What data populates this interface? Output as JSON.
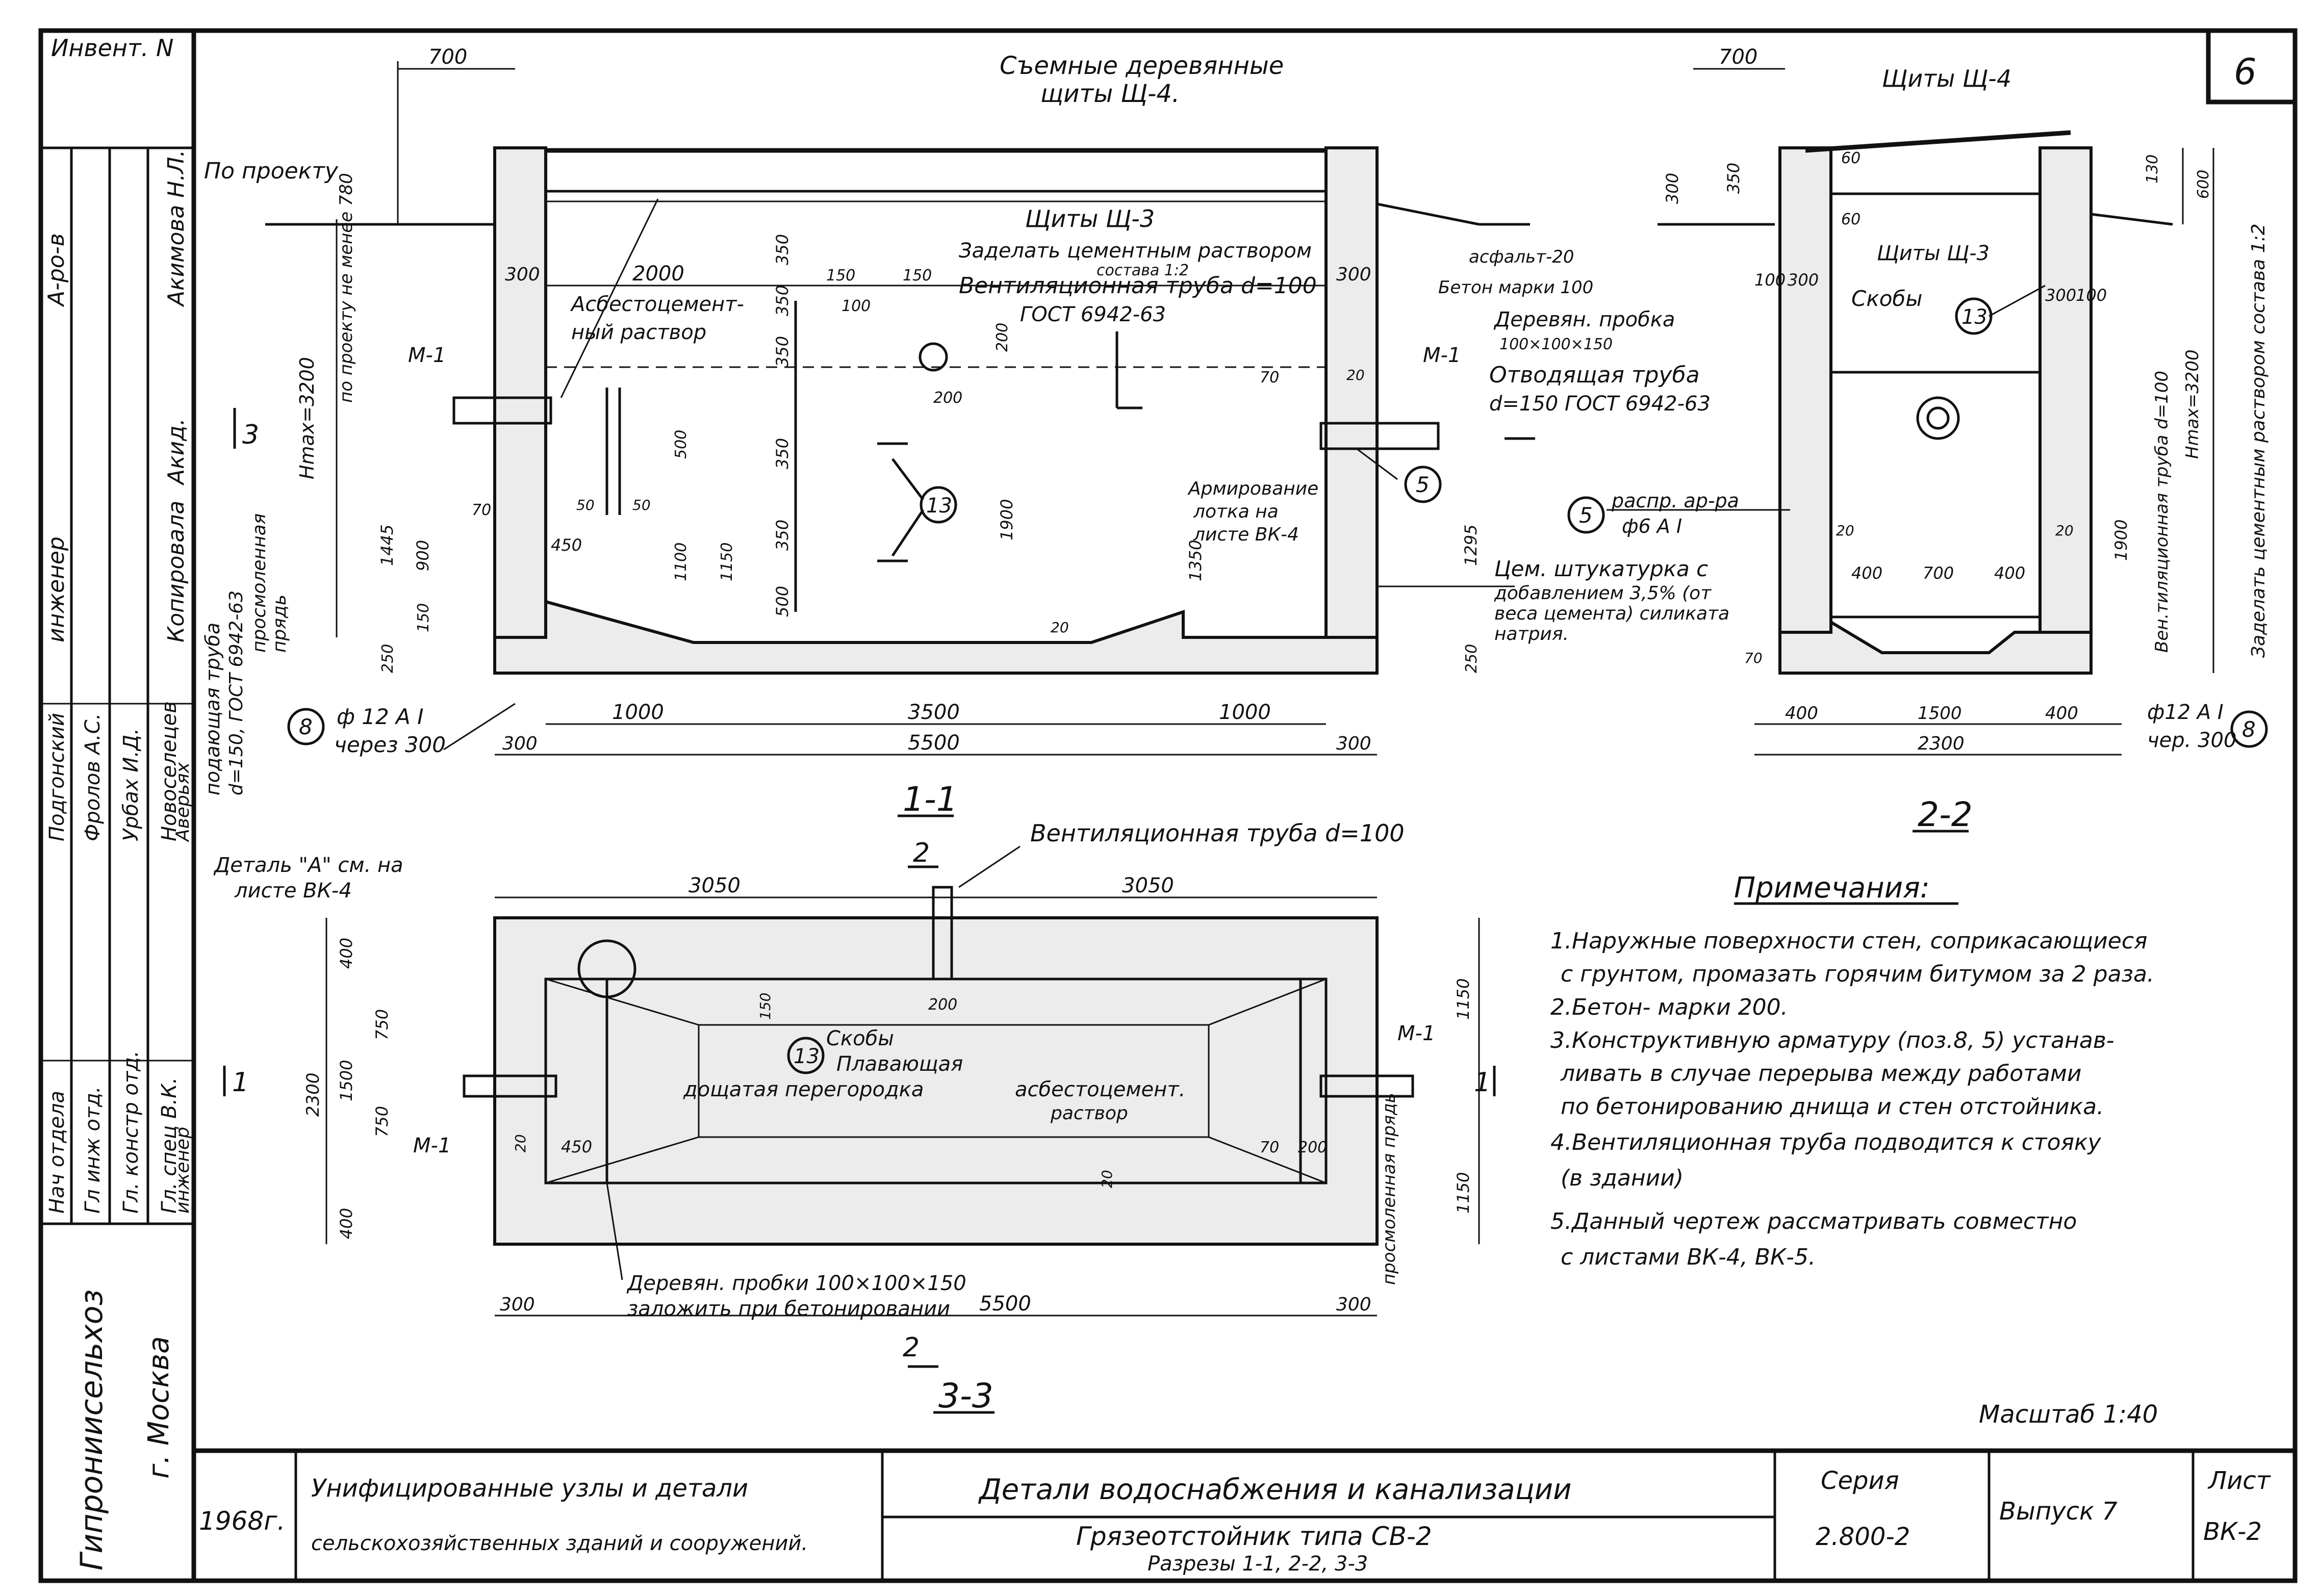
{
  "sheet_number": "6",
  "left_strip": {
    "inv": "Инвент. N",
    "signatures": [
      "А-ро-в",
      "Акимова Н.Л.",
      "Акид.",
      "Копировала"
    ],
    "roles": [
      "инженер",
      "Нач отдела",
      "Гл инж отд.",
      "Гл. констр отд.",
      "Гл. спец В.К.",
      "инженер"
    ],
    "names": [
      "Подгонский",
      "Фролов А.С.",
      "Урбах И.Д.",
      "Новоселецев",
      "Аверьях"
    ],
    "org": "Гипрониисельхоз",
    "city": "г. Москва"
  },
  "section_1_1": {
    "title": "1-1",
    "labels": {
      "removable_shields": "Съемные деревянные",
      "removable_shields_2": "щиты Щ-4.",
      "shield_sch3": "Щиты Щ-3",
      "by_project": "По проекту",
      "by_project_depth": "по проекту не менее 780",
      "seal": "Заделать цементным раствором",
      "seal_2": "состава 1:2",
      "vent_pipe": "Вентиляционная труба d=100",
      "vent_gost": "ГОСТ 6942-63",
      "asbestos_1": "Асбестоцемент-",
      "asbestos_2": "ный раствор",
      "m1_left": "М-1",
      "m1_right": "М-1",
      "wood_plug": "Деревян. пробка",
      "wood_plug_size": "100×100×150",
      "outlet_pipe": "Отводящая труба",
      "outlet_gost": "d=150 ГОСТ 6942-63",
      "asphalt": "асфальт-20",
      "concrete": "Бетон марки 100",
      "reinforcing": "Армирование",
      "reinforcing_2": "лотка на",
      "reinforcing_3": "листе ВК-4",
      "plaster_1": "Цем. штукатурка с",
      "plaster_2": "добавлением 3,5% (от",
      "plaster_3": "веса цемента) силиката",
      "plaster_4": "натрия.",
      "inlet_1": "подающая труба",
      "inlet_2": "d=150, ГОСТ 6942-63",
      "inlet_3": "просмоленная",
      "inlet_4": "прядь",
      "hmax": "Нmax=3200",
      "rebar": "ф 12 А I",
      "rebar_step": "через 300",
      "marker_8": "8",
      "marker_5": "5",
      "marker_13": "13",
      "cut_3": "3"
    },
    "dims": {
      "top_700": "700",
      "d2000": "2000",
      "d300a": "300",
      "d300b": "300",
      "d300c": "300",
      "d300d": "300",
      "d1000a": "1000",
      "d3500": "3500",
      "d1000b": "1000",
      "d5500": "5500",
      "d150a": "150",
      "d150b": "150",
      "d100": "100",
      "d350a": "350",
      "d350b": "350",
      "d350c": "350",
      "d350d": "350",
      "d350e": "350",
      "d500": "500",
      "d200a": "200",
      "d200b": "200",
      "d1900": "1900",
      "d1350": "1350",
      "d1295": "1295",
      "d1445": "1445",
      "d900": "900",
      "d150c": "150",
      "d250a": "250",
      "d250b": "250",
      "d70a": "70",
      "d70b": "70",
      "d450": "450",
      "d50a": "50",
      "d50b": "50",
      "d500b": "500",
      "d1100": "1100",
      "d1150": "1150",
      "d20a": "20",
      "d20b": "20"
    }
  },
  "section_2_2": {
    "title": "2-2",
    "labels": {
      "shield4": "Щиты Щ-4",
      "shield3": "Щиты Щ-3",
      "brackets": "Скобы",
      "dist_rebar": "распр. ар-ра",
      "dist_rebar_2": "ф6 А I",
      "vent_pipe_v": "Вен.тиляционная труба d=100",
      "hmax_v": "Нmax=3200",
      "seal_v": "Заделать цементным раствором состава 1:2",
      "rebar": "ф12 А I",
      "rebar_step": "чер. 300",
      "marker_13": "13",
      "marker_5": "5",
      "marker_8": "8"
    },
    "dims": {
      "d700": "700",
      "d300a": "300",
      "d350": "350",
      "d130": "130",
      "d600": "600",
      "d60a": "60",
      "d60b": "60",
      "d100a": "100",
      "d300b": "300",
      "d300c": "300",
      "d100b": "100",
      "d1900": "1900",
      "d400a": "400",
      "d700b": "700",
      "d400b": "400",
      "d20a": "20",
      "d20b": "20",
      "d70": "70",
      "d400c": "400",
      "d1500": "1500",
      "d400d": "400",
      "d2300": "2300"
    }
  },
  "section_3_3": {
    "title": "3-3",
    "labels": {
      "vent_pipe": "Вентиляционная труба d=100",
      "detail_a": "Деталь \"А\" см. на",
      "detail_a_2": "листе ВК-4",
      "brackets": "Скобы",
      "floating": "Плавающая",
      "partition": "дощатая перегородка",
      "asbestos": "асбестоцемент.",
      "asbestos_2": "раствор",
      "m1_left": "М-1",
      "m1_right": "М-1",
      "tarred": "просмоленная прядь",
      "wood_plugs": "Деревян. пробки 100×100×150",
      "wood_plugs_2": "заложить при бетонировании",
      "marker_13": "13",
      "cut_1_left": "1",
      "cut_1_right": "1",
      "cut_2_top": "2",
      "cut_2_bottom": "2"
    },
    "dims": {
      "d3050a": "3050",
      "d3050b": "3050",
      "d400a": "400",
      "d750a": "750",
      "d1500": "1500",
      "d750b": "750",
      "d400b": "400",
      "d2300": "2300",
      "d1150a": "1150",
      "d1150b": "1150",
      "d150": "150",
      "d200a": "200",
      "d20a": "20",
      "d450": "450",
      "d70": "70",
      "d200b": "200",
      "d20b": "20",
      "d300": "300",
      "d5500": "5500",
      "d300b": "300"
    }
  },
  "notes": {
    "heading": "Примечания:",
    "items": [
      "1.Наружные поверхности стен, соприкасающиеся",
      "с грунтом, промазать горячим битумом за 2 раза.",
      "2.Бетон- марки 200.",
      "3.Конструктивную арматуру (поз.8, 5) устанав-",
      "ливать в случае перерыва между работами",
      "по бетонированию днища и стен отстойника.",
      "4.Вентиляционная труба подводится к стояку",
      "(в здании)",
      "5.Данный чертеж рассматривать совместно",
      "с листами ВК-4, ВК-5."
    ]
  },
  "scale": "Масштаб 1:40",
  "title_block": {
    "year": "1968г.",
    "series_title_1": "Унифицированные узлы и детали",
    "series_title_2": "сельскохозяйственных зданий и сооружений.",
    "main_title": "Детали водоснабжения и канализации",
    "sub_title": "Грязеотстойник типа СВ-2",
    "sections": "Разрезы 1-1, 2-2, 3-3",
    "series_label": "Серия",
    "series_value": "2.800-2",
    "issue": "Выпуск 7",
    "sheet_label": "Лист",
    "sheet_value": "ВК-2"
  }
}
